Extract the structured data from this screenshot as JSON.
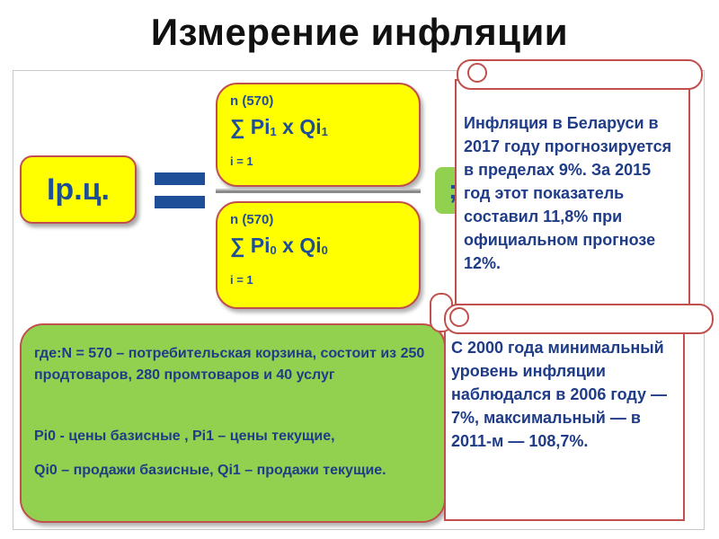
{
  "title": "Измерение инфляции",
  "index_label": "Ip.ц.",
  "numerator": {
    "n": "n (570)",
    "formula_sigma": "∑ Pi",
    "sub1": "1",
    "times": " x ",
    "q": "Qi",
    "sub2": "1",
    "i": "i = 1"
  },
  "denominator": {
    "n": "n (570)",
    "formula_sigma": "∑ Pi",
    "sub1": "0",
    "times": " x ",
    "q": "Qi",
    "sub2": "0",
    "i": "i = 1"
  },
  "semicolon": ";",
  "legend": {
    "line1": "где:N = 570 – потребительская корзина, состоит из 250 продтоваров, 280 промтоваров и 40 услуг",
    "line2": "Pi0 - цены базисные , Pi1 – цены текущие,",
    "line3": " Qi0 –  продажи базисные, Qi1 –  продажи текущие."
  },
  "scroll1_text": "Инфляция в Беларуси в 2017 году прогнозируется в пределах 9%. За 2015 год этот показатель составил 11,8% при официальном прогнозе 12%.",
  "scroll2_text": "С 2000 года минимальный уровень инфляции наблюдался в 2006 году — 7%, максимальный — в 2011-м — 108,7%.",
  "colors": {
    "yellow": "#ffff00",
    "green": "#92d050",
    "border_red": "#c0504d",
    "text_blue": "#1f4e99"
  }
}
